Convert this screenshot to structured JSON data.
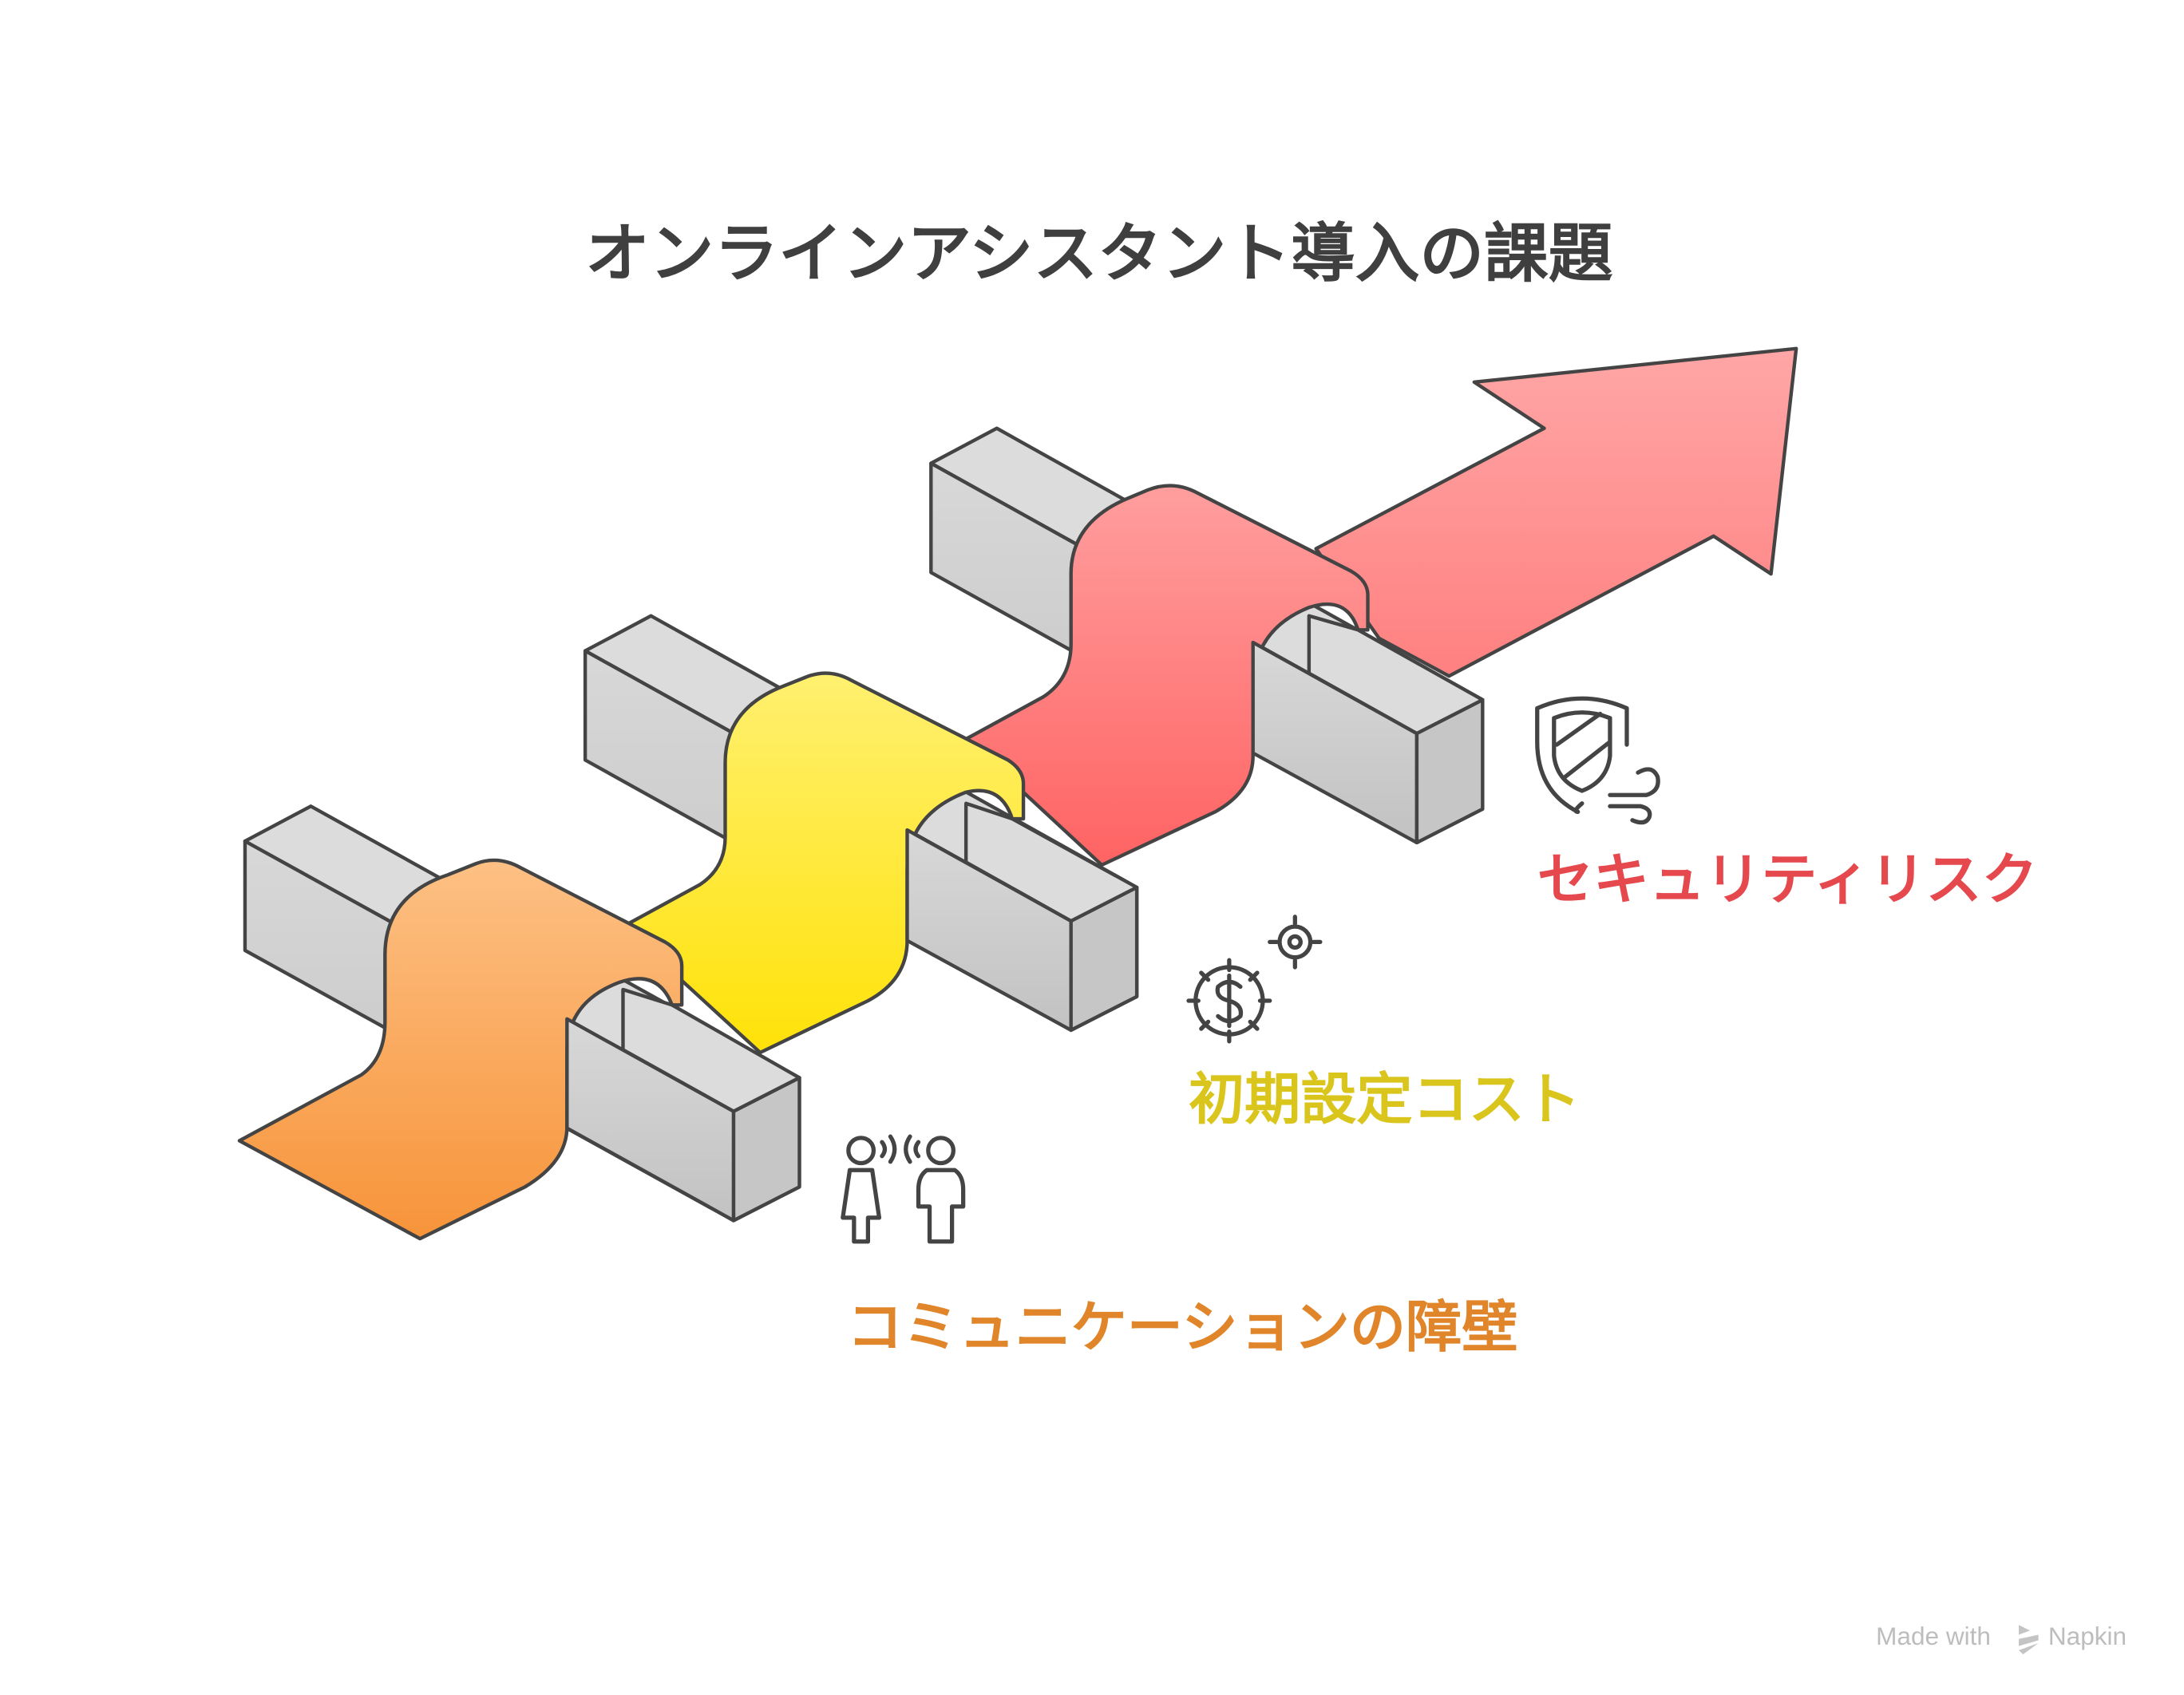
{
  "title": "オンラインアシスタント導入の課題",
  "challenges": [
    {
      "label": "セキュリティリスク",
      "icon": "shield-wind-icon",
      "color": "#E5484D"
    },
    {
      "label": "初期設定コスト",
      "icon": "gear-dollar-icon",
      "color": "#D9C51C"
    },
    {
      "label": "コミュニケーションの障壁",
      "icon": "people-talking-icon",
      "color": "#E0852A"
    }
  ],
  "watermark": {
    "made_with": "Made with",
    "brand": "Napkin"
  }
}
